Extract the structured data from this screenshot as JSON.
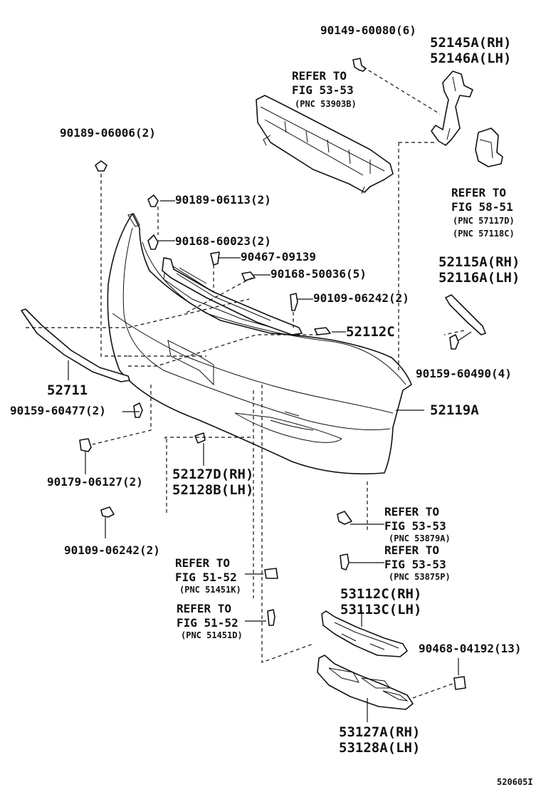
{
  "diagram": {
    "figure_code": "520605I",
    "parts": {
      "p1": "90149-60080(6)",
      "p2a": "52145A(RH)",
      "p2b": "52146A(LH)",
      "p3": "90189-06006(2)",
      "p4": "90189-06113(2)",
      "p5": "90168-60023(2)",
      "p6": "90467-09139",
      "p7": "90168-50036(5)",
      "p8": "90109-06242(2)",
      "p9": "52112C",
      "p10a": "52115A(RH)",
      "p10b": "52116A(LH)",
      "p11": "90159-60490(4)",
      "p12": "52119A",
      "p13": "52711",
      "p14": "90159-60477(2)",
      "p15": "90179-06127(2)",
      "p16a": "52127D(RH)",
      "p16b": "52128B(LH)",
      "p17": "90109-06242(2)",
      "p18a": "53112C(RH)",
      "p18b": "53113C(LH)",
      "p19": "90468-04192(13)",
      "p20a": "53127A(RH)",
      "p20b": "53128A(LH)"
    },
    "refs": [
      {
        "line1": "REFER TO",
        "line2": "FIG 53-53",
        "line3": "(PNC 53903B)"
      },
      {
        "line1": "REFER TO",
        "line2": "FIG 58-51",
        "line3": "(PNC 57117D)",
        "line4": "(PNC 57118C)"
      },
      {
        "line1": "REFER TO",
        "line2": "FIG 53-53",
        "line3": "(PNC 53879A)"
      },
      {
        "line1": "REFER TO",
        "line2": "FIG 53-53",
        "line3": "(PNC 53875P)"
      },
      {
        "line1": "REFER TO",
        "line2": "FIG 51-52",
        "line3": "(PNC 51451K)"
      },
      {
        "line1": "REFER TO",
        "line2": "FIG 51-52",
        "line3": "(PNC 51451D)"
      }
    ]
  }
}
